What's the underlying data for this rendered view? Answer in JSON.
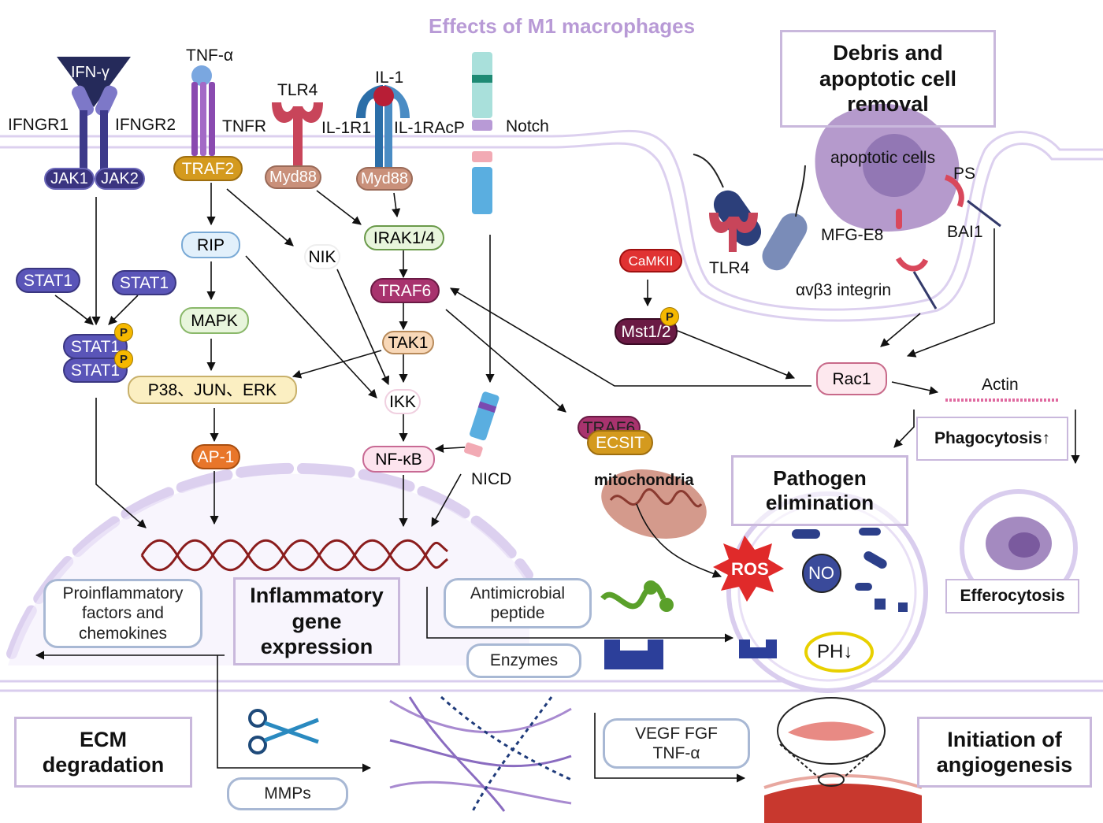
{
  "title": "Effects of M1 macrophages",
  "receptors": {
    "ifn_gamma": "IFN-γ",
    "ifngr1": "IFNGR1",
    "ifngr2": "IFNGR2",
    "tnf_alpha": "TNF-α",
    "tnfr": "TNFR",
    "tlr4": "TLR4",
    "il1": "IL-1",
    "il1r1": "IL-1R1",
    "il1racp": "IL-1RAcP",
    "notch": "Notch",
    "tlr4_right": "TLR4"
  },
  "nodes": {
    "jak1": "JAK1",
    "jak2": "JAK2",
    "traf2": "TRAF2",
    "myd88_a": "Myd88",
    "myd88_b": "Myd88",
    "stat1_left": "STAT1",
    "stat1_right": "STAT1",
    "stat1_dimer_top": "STAT1",
    "stat1_dimer_bottom": "STAT1",
    "phospho": "P",
    "rip": "RIP",
    "mapk": "MAPK",
    "nik": "NIK",
    "irak": "IRAK1/4",
    "traf6": "TRAF6",
    "tak1": "TAK1",
    "p38_jun_erk": "P38、JUN、ERK",
    "ikk": "IKK",
    "ap1": "AP-1",
    "nfkb": "NF-κB",
    "nicd": "NICD",
    "traf6_ecsit_back": "TRAF6",
    "ecsit": "ECSIT",
    "mitochondria": "mitochondria",
    "camkii": "CaMKII",
    "mst12": "Mst1/2",
    "rac1": "Rac1",
    "actin": "Actin",
    "apoptotic_cells": "apoptotic cells",
    "ps": "PS",
    "mfg_e8": "MFG-E8",
    "bai1": "BAI1",
    "integrin": "αvβ3 integrin",
    "ros": "ROS",
    "no": "NO",
    "ph": "PH↓"
  },
  "boxes": {
    "debris": "Debris and apoptotic cell removal",
    "inflammatory": "Inflammatory gene expression",
    "phagocytosis": "Phagocytosis↑",
    "pathogen": "Pathogen elimination",
    "efferocytosis": "Efferocytosis",
    "ecm": "ECM degradation",
    "angiogenesis": "Initiation of angiogenesis"
  },
  "pills": {
    "proinflammatory": "Proinflammatory factors and chemokines",
    "antimicrobial": "Antimicrobial peptide",
    "enzymes": "Enzymes",
    "mmps": "MMPs",
    "vegf": "VEGF FGF TNF-α"
  },
  "colors": {
    "title": "#b89ad6",
    "membrane": "#d9cdee",
    "box_border": "#c9b8dc",
    "pill_border": "#a8b8d4",
    "traf6": "#a8336e",
    "stat1": "#5a55b8",
    "jak": "#3a3480",
    "phospho": "#f5b800",
    "dna": "#8a1c1c"
  }
}
